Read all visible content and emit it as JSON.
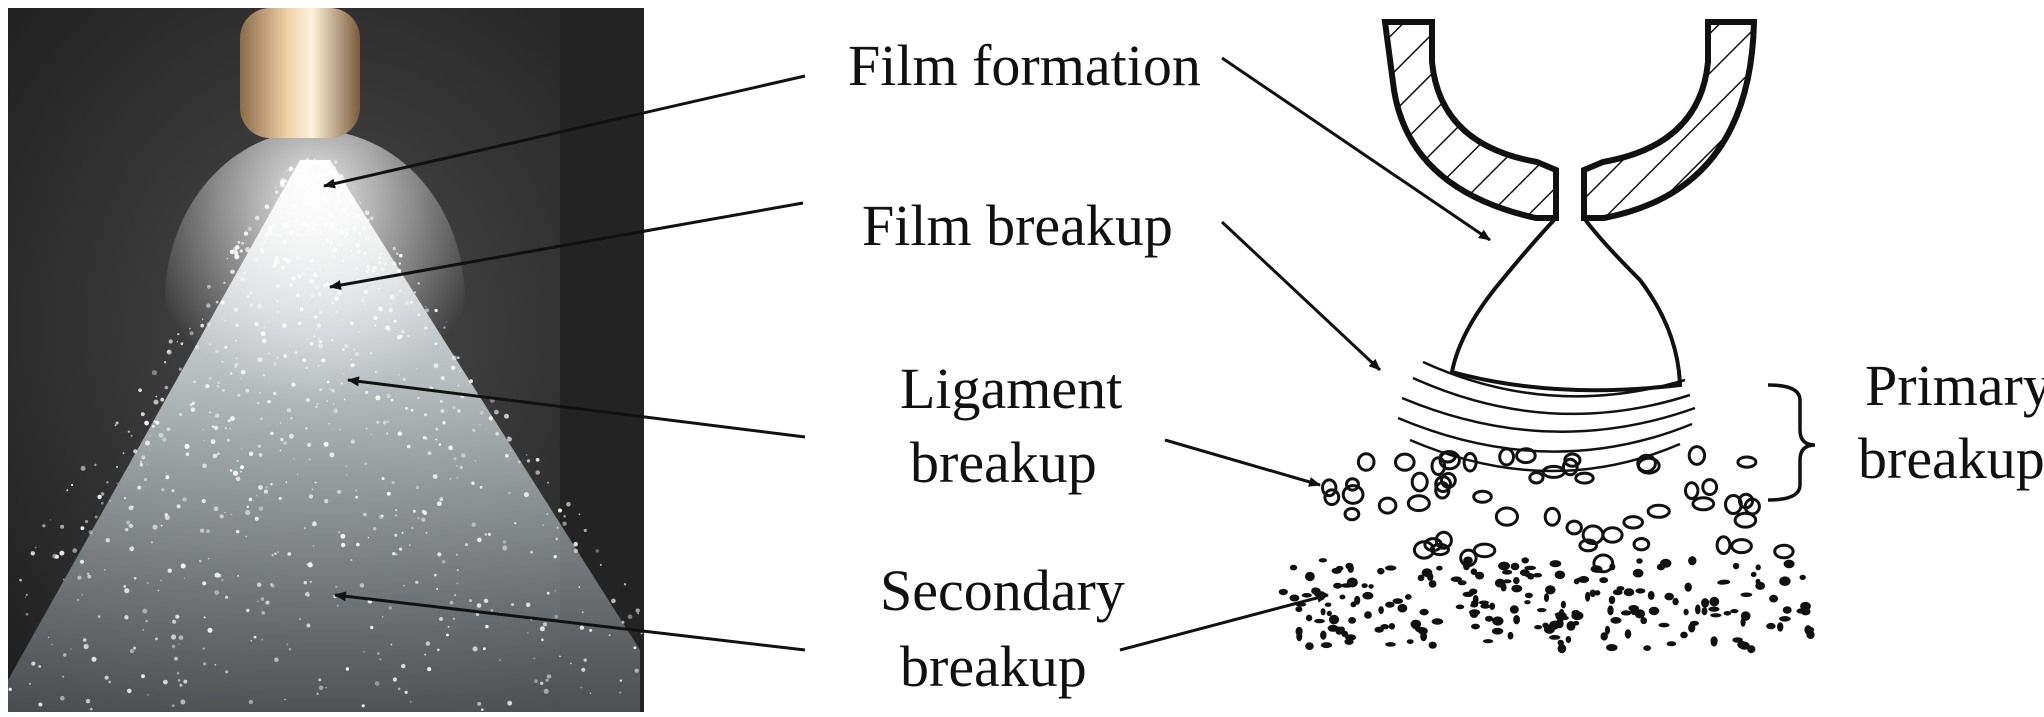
{
  "labels": {
    "film_formation": "Film formation",
    "film_breakup": "Film breakup",
    "ligament_breakup_1": "Ligament",
    "ligament_breakup_2": "breakup",
    "secondary_breakup_1": "Secondary",
    "secondary_breakup_2": "breakup",
    "primary_breakup_1": "Primary",
    "primary_breakup_2": "breakup"
  },
  "colors": {
    "photo_background": "#2e2e2e",
    "nozzle": "#d9b48a",
    "spray": "#e8eef2",
    "line": "#111111"
  },
  "icons": {
    "nozzle_photo": "brass-nozzle",
    "nozzle_schematic": "hatched-nozzle-cross-section"
  }
}
